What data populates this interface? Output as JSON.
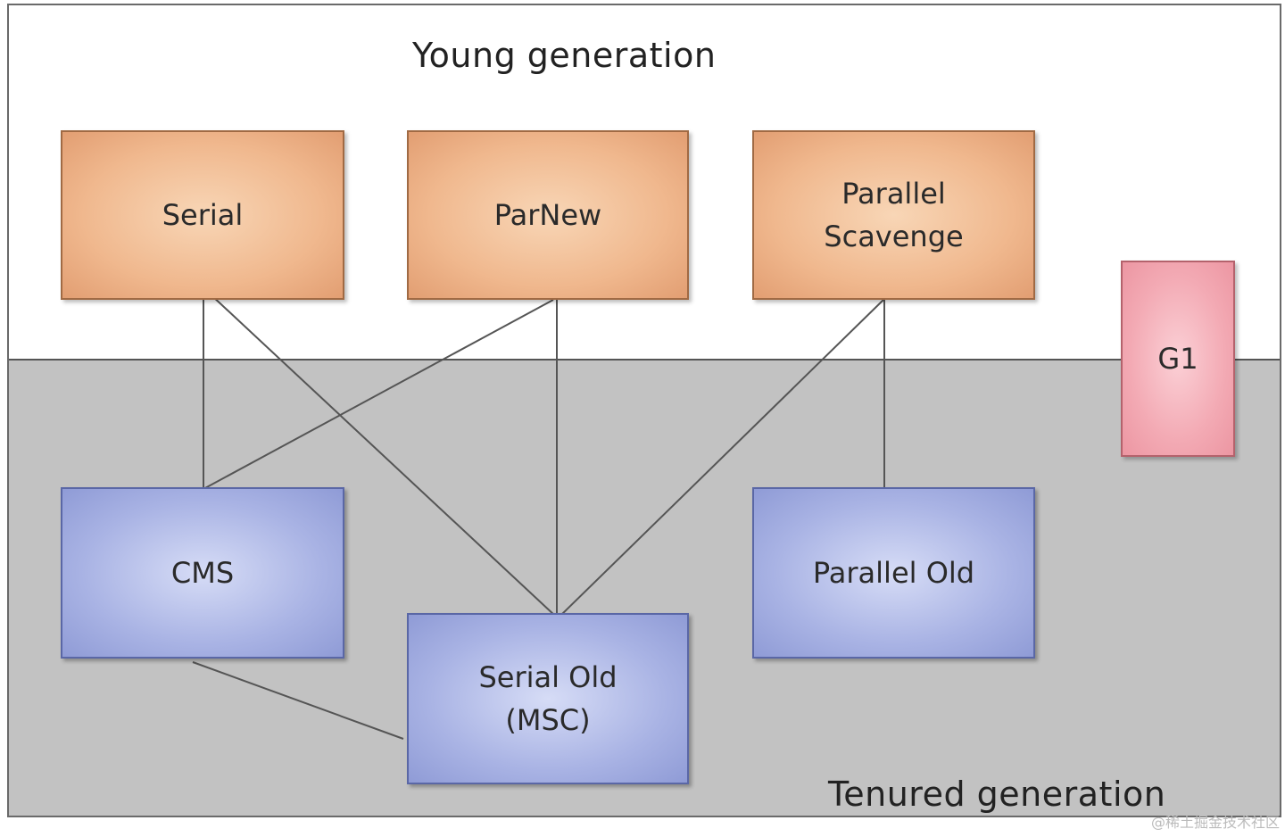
{
  "zones": {
    "young": {
      "title": "Young generation",
      "color": "#ffffff"
    },
    "tenured": {
      "title": "Tenured generation",
      "color": "#c2c2c2"
    }
  },
  "collectors": {
    "serial": "Serial",
    "parnew": "ParNew",
    "parallel_scavenge": "Parallel\nScavenge",
    "g1": "G1",
    "cms": "CMS",
    "serial_old": "Serial Old\n(MSC)",
    "parallel_old": "Parallel Old"
  },
  "colors": {
    "young_box": "#f0b88e",
    "old_box": "#a9b3e4",
    "g1_box": "#f3aab4",
    "link_line": "#555555"
  },
  "watermark": "@稀土掘金技术社区"
}
